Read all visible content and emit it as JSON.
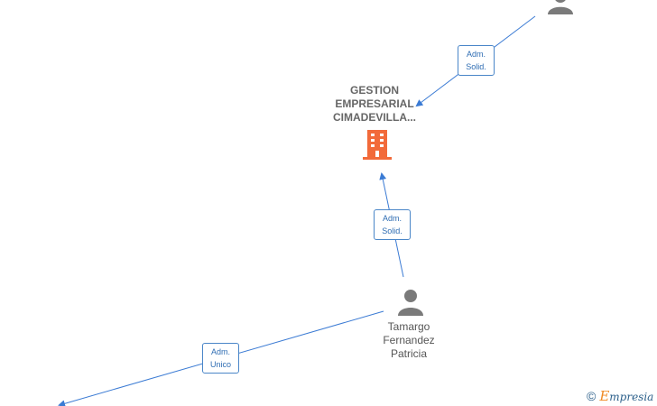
{
  "company": {
    "name_lines": [
      "GESTION",
      "EMPRESARIAL",
      "CIMADEVILLA..."
    ],
    "icon": "building-icon",
    "icon_color": "#f26a3a"
  },
  "person": {
    "name_lines": [
      "Tamargo",
      "Fernandez",
      "Patricia"
    ],
    "icon": "person-icon",
    "icon_color": "#7a7a7a"
  },
  "top_person": {
    "icon": "person-icon",
    "icon_color": "#7a7a7a"
  },
  "roles": {
    "top": [
      "Adm.",
      "Solid."
    ],
    "middle": [
      "Adm.",
      "Solid."
    ],
    "bottom": [
      "Adm.",
      "Unico"
    ]
  },
  "colors": {
    "edge": "#3b7bd4",
    "role_border": "#4a86c8",
    "role_text": "#2f6db3"
  },
  "watermark": {
    "symbol": "©",
    "brand_initial": "E",
    "brand_rest": "mpresia"
  }
}
